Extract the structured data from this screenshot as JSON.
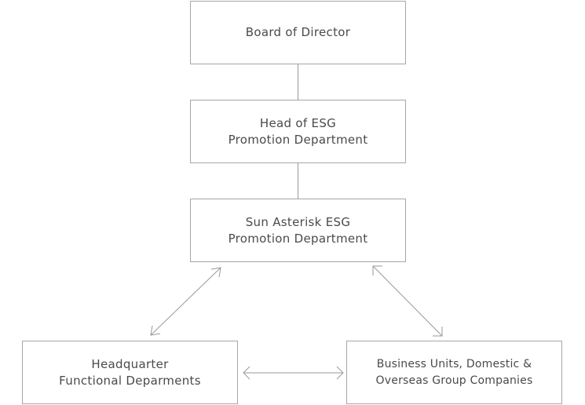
{
  "nodes": {
    "board": {
      "line1": "Board of Director"
    },
    "head": {
      "line1": "Head of ESG",
      "line2": "Promotion Department"
    },
    "sun": {
      "line1": "Sun Asterisk ESG",
      "line2": "Promotion Department"
    },
    "hq": {
      "line1": "Headquarter",
      "line2": "Functional Deparments"
    },
    "bu": {
      "line1": "Business Units, Domestic &",
      "line2": "Overseas Group Companies"
    }
  },
  "colors": {
    "border": "#a6a6a6",
    "connector": "#9a9a9a",
    "text": "#4a4a4a",
    "background": "#ffffff"
  }
}
